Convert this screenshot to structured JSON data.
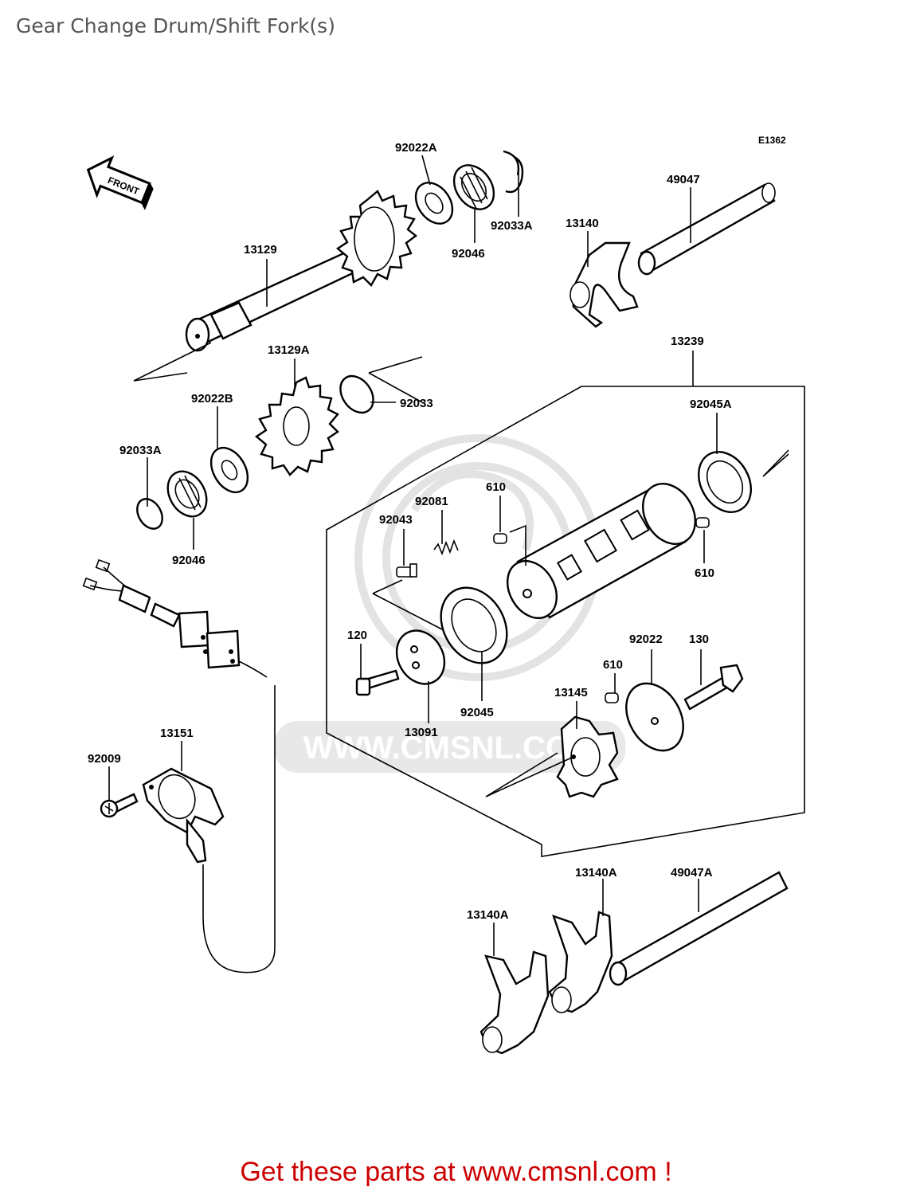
{
  "page": {
    "title": "Gear Change Drum/Shift Fork(s)",
    "footer": "Get these parts at www.cmsnl.com !"
  },
  "diagram": {
    "code": "E1362",
    "front_marker": "FRONT",
    "watermark": "WWW.CMSNL.COM",
    "part_labels": {
      "p92022A": "92022A",
      "p92033A_top": "92033A",
      "p92046_top": "92046",
      "p49047": "49047",
      "p13140": "13140",
      "p13129": "13129",
      "p13129A": "13129A",
      "p92033": "92033",
      "p92022B": "92022B",
      "p92033A_left": "92033A",
      "p92046_left": "92046",
      "p13239": "13239",
      "p92045A": "92045A",
      "p610_top": "610",
      "p92081": "92081",
      "p92043": "92043",
      "p610_right": "610",
      "p120": "120",
      "p92045": "92045",
      "p13091": "13091",
      "p92022": "92022",
      "p130": "130",
      "p610_bottom": "610",
      "p13145": "13145",
      "p13151": "13151",
      "p92009": "92009",
      "p13140A_right": "13140A",
      "p49047A": "49047A",
      "p13140A_left": "13140A"
    }
  },
  "colors": {
    "title": "#555555",
    "footer": "#cc0000",
    "lines": "#000000",
    "watermark": "#e3e3e3"
  }
}
